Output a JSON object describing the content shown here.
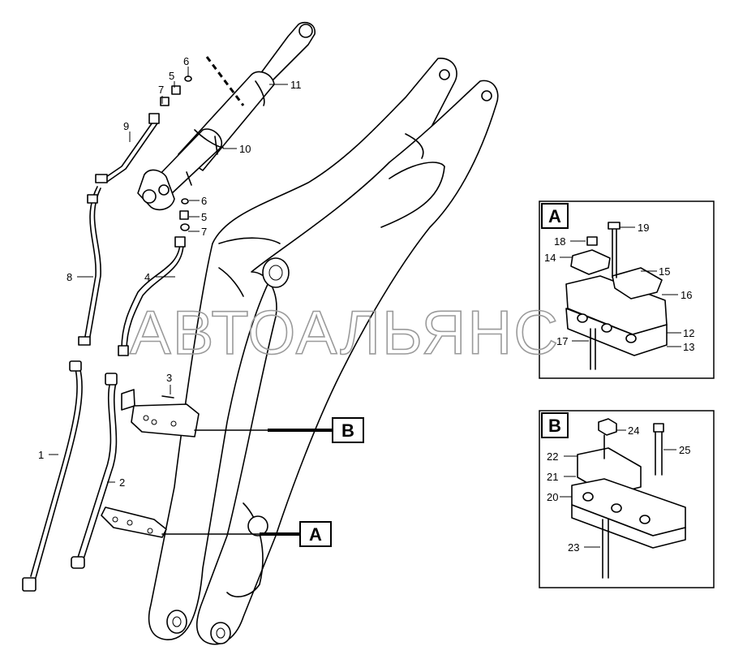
{
  "watermark": "АВТОАЛЬЯНС",
  "callouts": {
    "c1": "1",
    "c2": "2",
    "c3": "3",
    "c4": "4",
    "c5": "5",
    "c5b": "5",
    "c6": "6",
    "c6b": "6",
    "c7": "7",
    "c7b": "7",
    "c8": "8",
    "c9": "9",
    "c10": "10",
    "c11": "11",
    "c12": "12",
    "c13": "13",
    "c14": "14",
    "c15": "15",
    "c16": "16",
    "c17": "17",
    "c18": "18",
    "c19": "19",
    "c20": "20",
    "c21": "21",
    "c22": "22",
    "c23": "23",
    "c24": "24",
    "c25": "25"
  },
  "detail_labels": {
    "a_main": "A",
    "b_main": "B",
    "a_inset": "A",
    "b_inset": "B"
  }
}
